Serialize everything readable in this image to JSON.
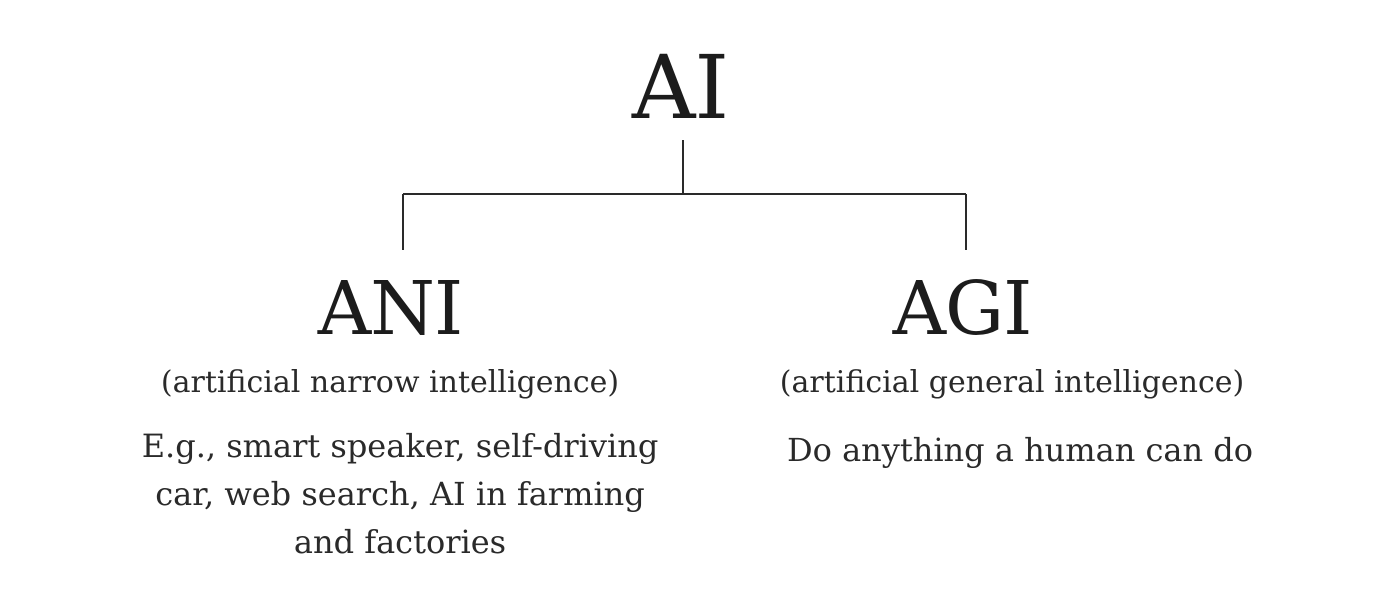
{
  "root": {
    "title": "AI"
  },
  "branches": [
    {
      "title": "ANI",
      "subtitle": "(artificial narrow intelligence)",
      "description_lines": [
        "E.g., smart speaker, self-driving",
        "car, web search, AI in farming",
        "and factories"
      ]
    },
    {
      "title": "AGI",
      "subtitle": "(artificial general intelligence)",
      "description_lines": [
        "Do anything a human can do"
      ]
    }
  ],
  "colors": {
    "text": "#1c1c1c",
    "line": "#2a2a2a",
    "background": "#ffffff"
  }
}
